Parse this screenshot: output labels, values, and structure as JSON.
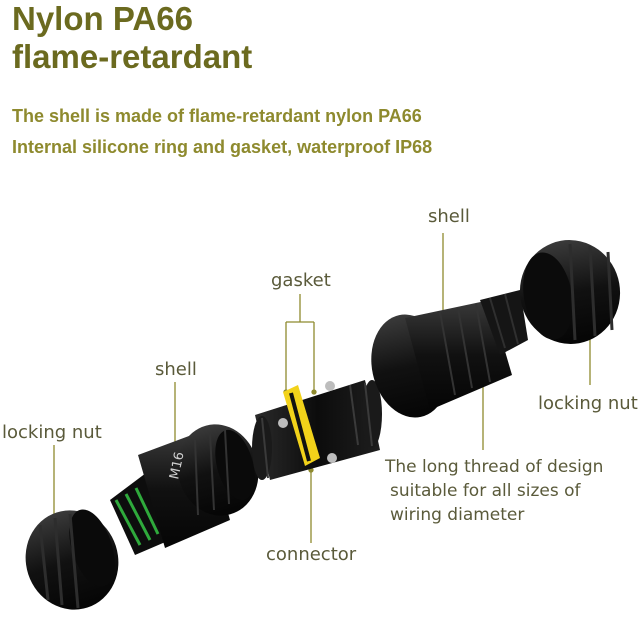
{
  "heading": {
    "line1": "Nylon PA66",
    "line2": "flame-retardant"
  },
  "subheading": {
    "line1": "The shell is made of flame-retardant nylon PA66",
    "line2": "Internal silicone ring and gasket, waterproof IP68"
  },
  "labels": {
    "shell_right": "shell",
    "gasket": "gasket",
    "shell_left": "shell",
    "locking_nut_left": "locking nut",
    "locking_nut_right": "locking nut",
    "connector": "connector",
    "thread_desc": [
      "The long thread of design",
      "suitable for all sizes of",
      "wiring diameter"
    ]
  },
  "part_marking": "M16",
  "colors": {
    "title": "#6b6a1f",
    "subtitle": "#8e8a2e",
    "label_text": "#5a5a3a",
    "leader_line": "#8e8a2e",
    "body": "#141414",
    "gasket_accent": "#f2d21a",
    "seal_accent": "#2faa3c"
  }
}
